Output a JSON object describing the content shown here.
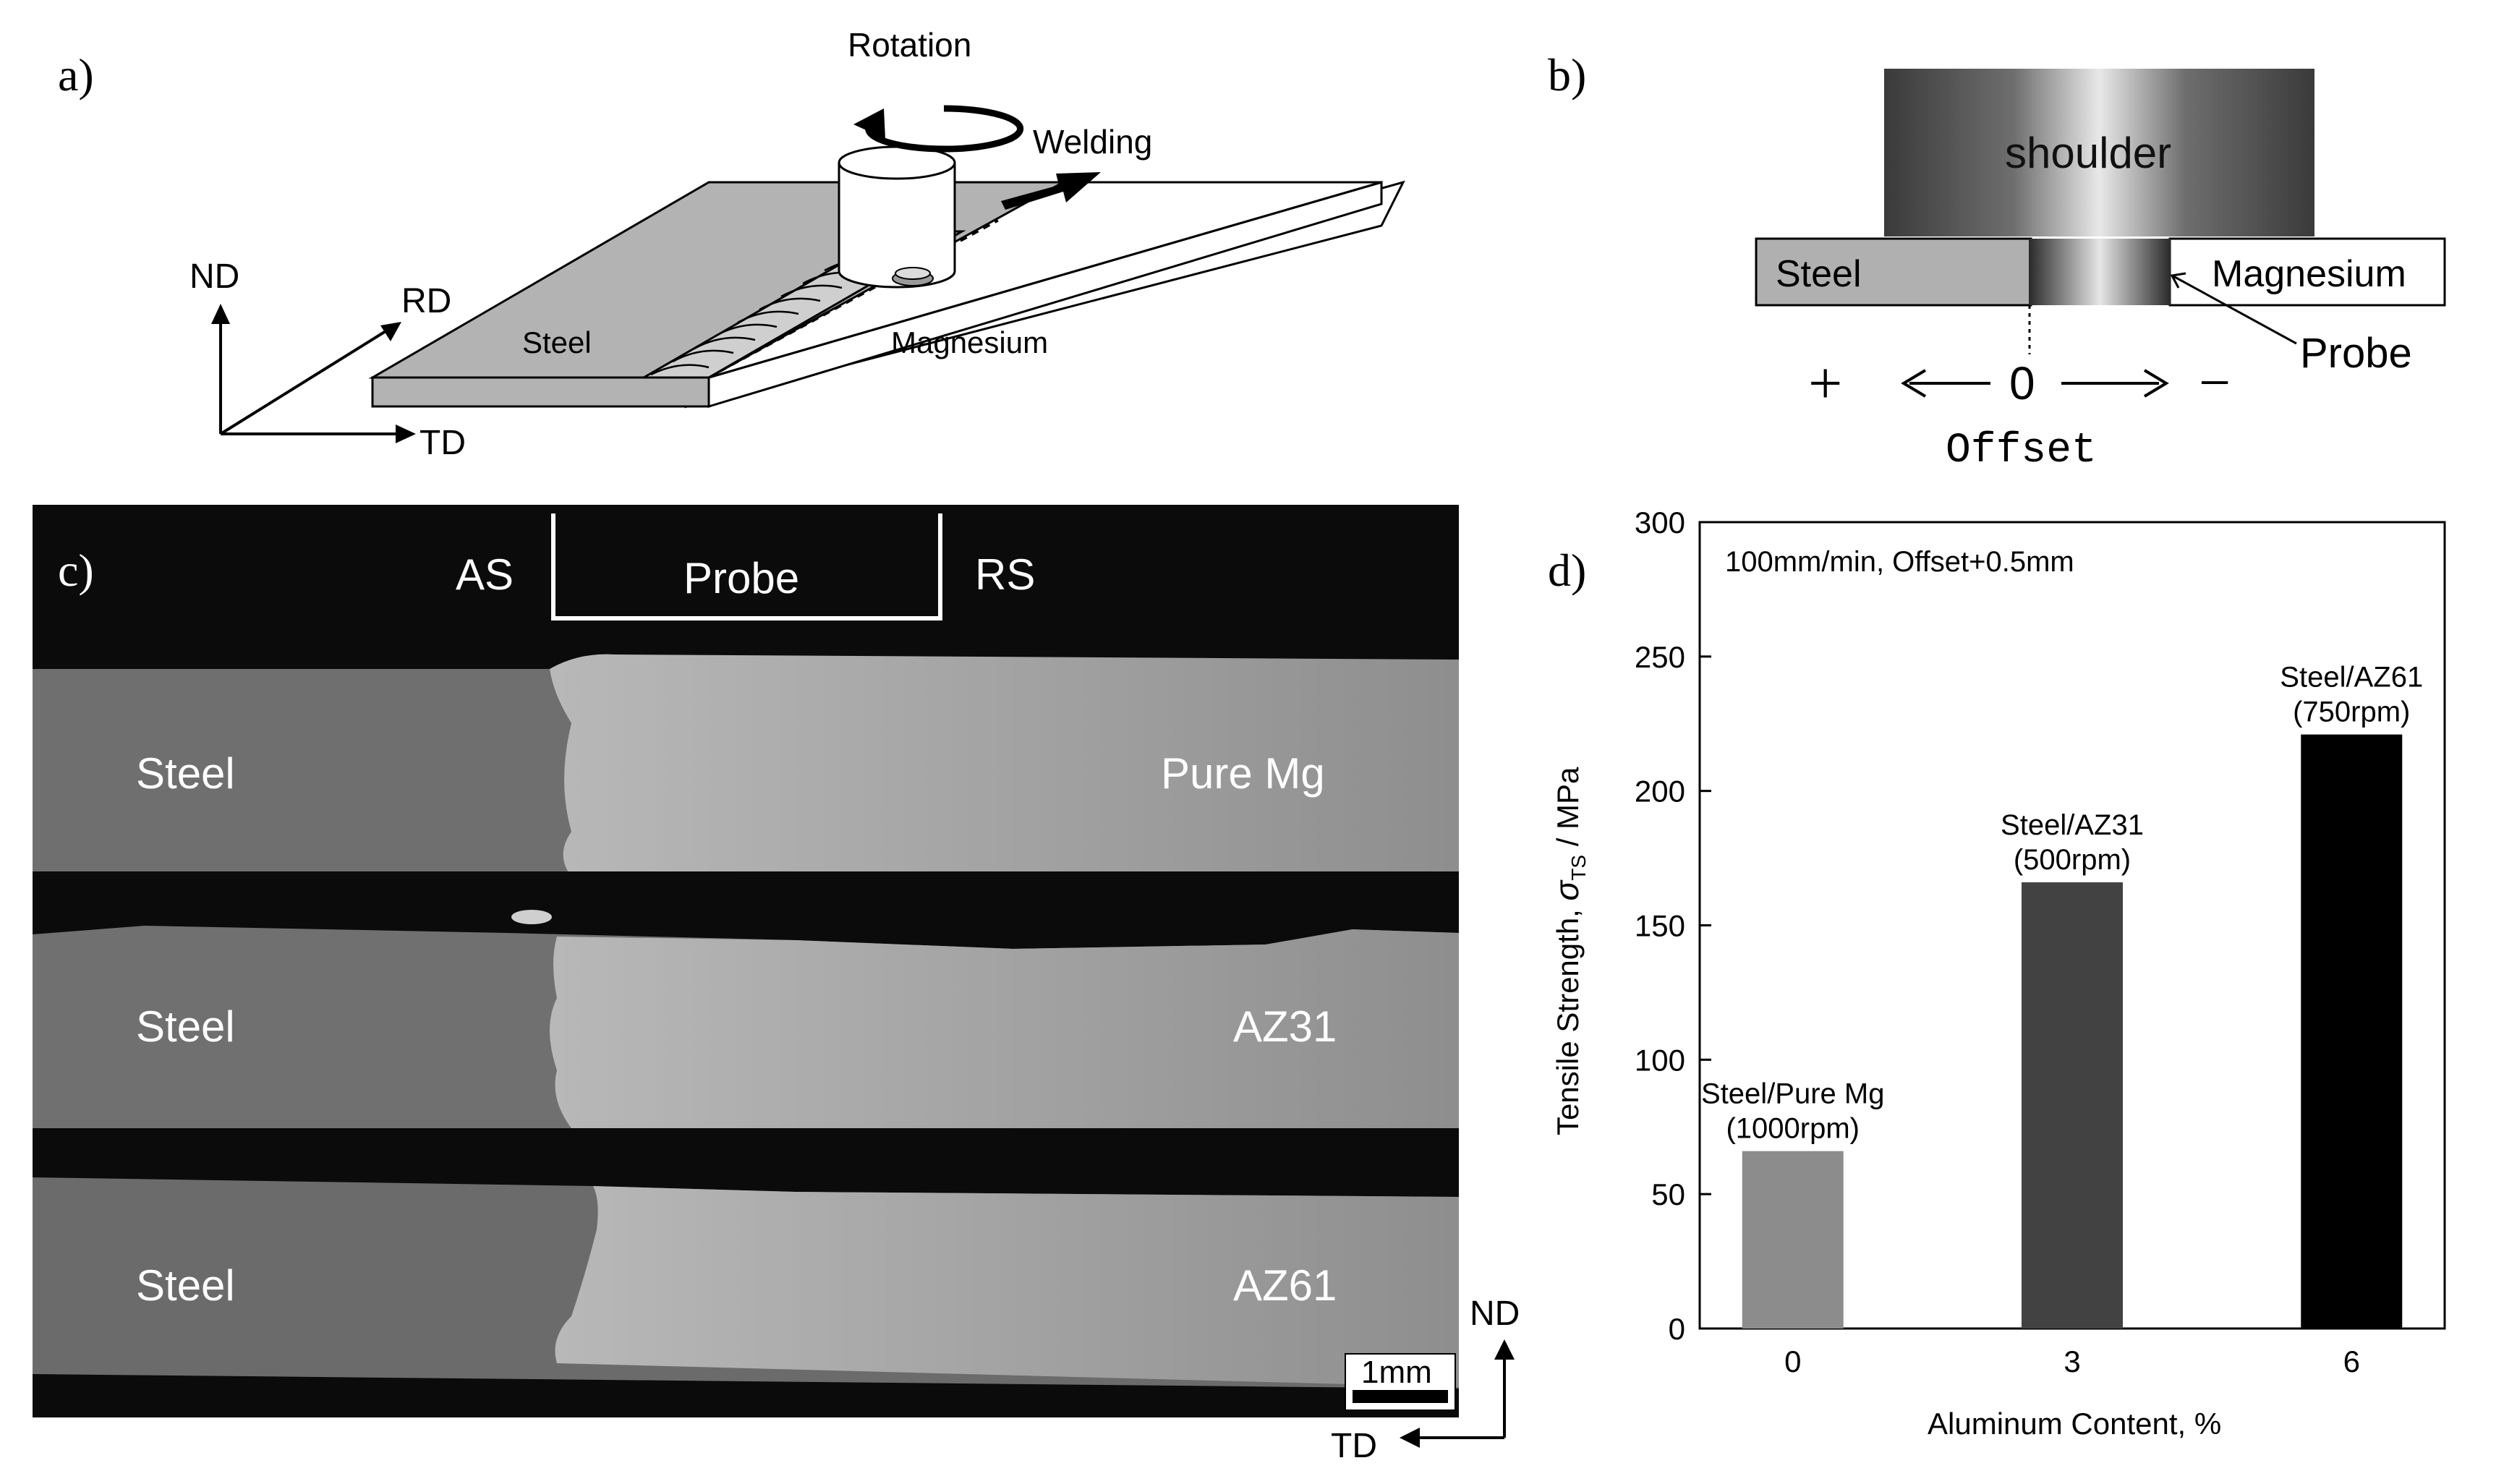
{
  "panel_labels": {
    "a": "a)",
    "b": "b)",
    "c": "c)",
    "d": "d)"
  },
  "panel_a": {
    "rotation": "Rotation",
    "welding": "Welding",
    "steel": "Steel",
    "magnesium": "Magnesium",
    "axis_nd": "ND",
    "axis_rd": "RD",
    "axis_td": "TD"
  },
  "panel_b": {
    "shoulder": "shoulder",
    "steel": "Steel",
    "magnesium": "Magnesium",
    "probe": "Probe",
    "plus": "+",
    "zero": "0",
    "minus": "−",
    "offset": "Offset"
  },
  "panel_c": {
    "as": "AS",
    "probe": "Probe",
    "rs": "RS",
    "rows": [
      {
        "left": "Steel",
        "right": "Pure Mg"
      },
      {
        "left": "Steel",
        "right": "AZ31"
      },
      {
        "left": "Steel",
        "right": "AZ61"
      }
    ],
    "scale_bar": "1mm",
    "axis_nd": "ND",
    "axis_td": "TD"
  },
  "chart_data": {
    "type": "bar",
    "annotation": "100mm/min, Offset+0.5mm",
    "categories": [
      "0",
      "3",
      "6"
    ],
    "values": [
      66,
      166,
      221
    ],
    "bar_colors": [
      "#8c8c8c",
      "#424242",
      "#000000"
    ],
    "bar_labels": [
      [
        "Steel/Pure Mg",
        "(1000rpm)"
      ],
      [
        "Steel/AZ31",
        "(500rpm)"
      ],
      [
        "Steel/AZ61",
        "(750rpm)"
      ]
    ],
    "xlabel": "Aluminum Content, %",
    "ylabel_parts": [
      "Tensile Strength, ",
      "σ",
      "TS",
      " / MPa"
    ],
    "ylim": [
      0,
      300
    ],
    "yticks": [
      0,
      50,
      100,
      150,
      200,
      250,
      300
    ],
    "xlim": [
      -1,
      7
    ]
  }
}
